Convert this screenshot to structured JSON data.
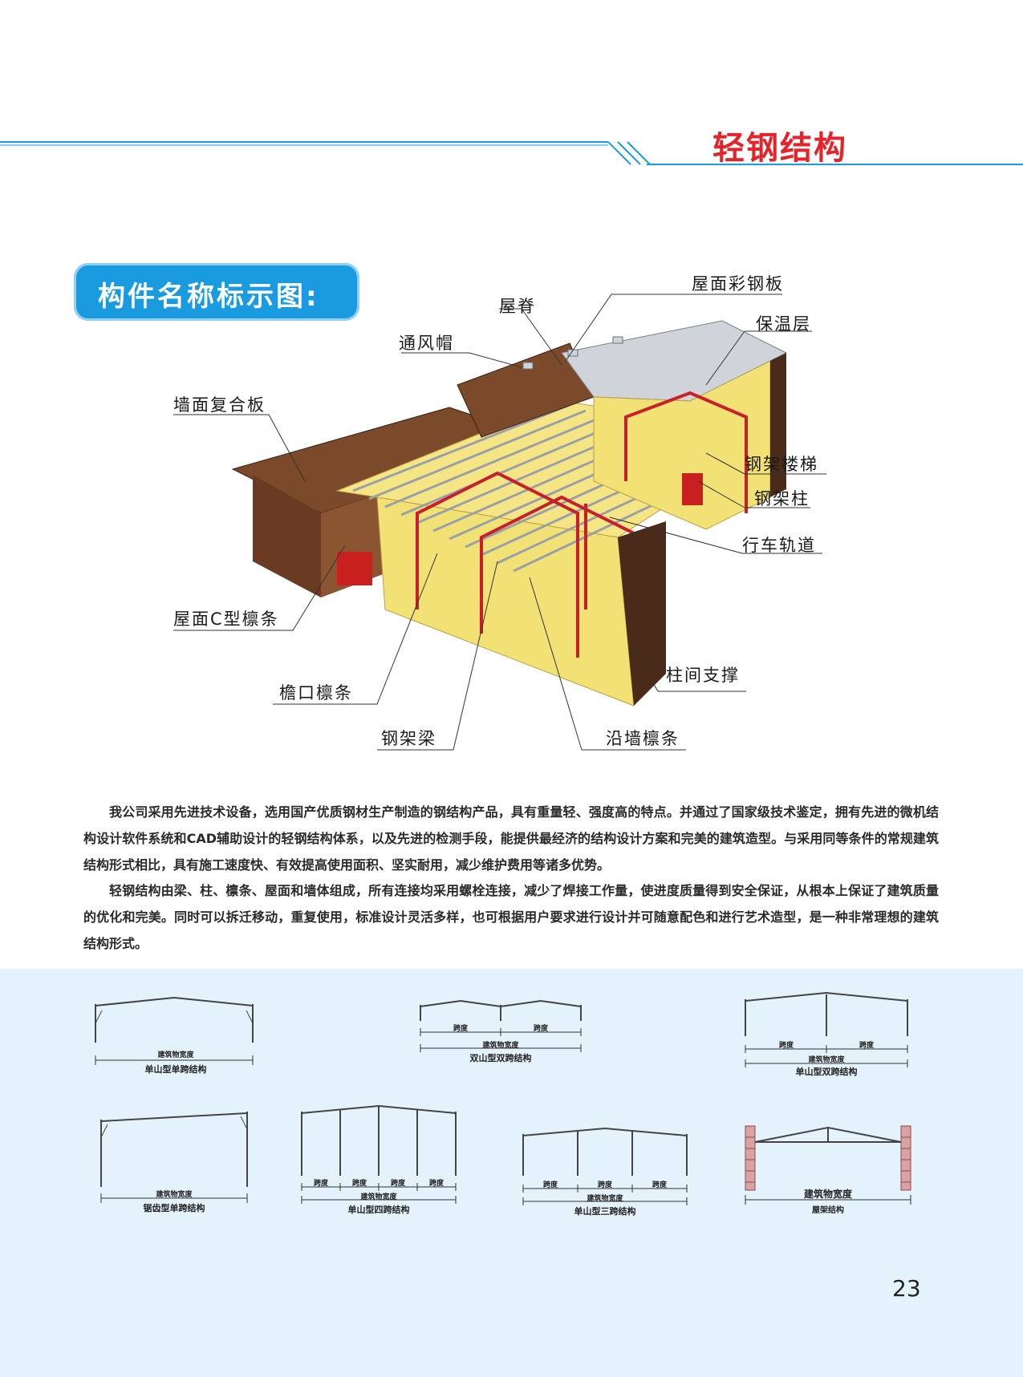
{
  "header": {
    "title": "轻钢结构"
  },
  "section": {
    "banner": "构件名称标示图:"
  },
  "components": {
    "roof_panel": "屋面彩钢板",
    "ridge": "屋脊",
    "insulation": "保温层",
    "ventilator": "通风帽",
    "wall_panel": "墙面复合板",
    "steel_stair": "钢架楼梯",
    "steel_column": "钢架柱",
    "crane_rail": "行车轨道",
    "roof_c_purlin": "屋面C型檩条",
    "column_bracing": "柱间支撑",
    "eave_purlin": "檐口檩条",
    "steel_beam": "钢架梁",
    "wall_purlin": "沿墙檩条"
  },
  "body": {
    "paragraph1": "我公司采用先进技术设备，选用国产优质钢材生产制造的钢结构产品，具有重量轻、强度高的特点。并通过了国家级技术鉴定，拥有先进的微机结构设计软件系统和CAD辅助设计的轻钢结构体系，以及先进的检测手段，能提供最经济的结构设计方案和完美的建筑造型。与采用同等条件的常规建筑结构形式相比，具有施工速度快、有效提高使用面积、坚实耐用，减少维护费用等诸多优势。",
    "paragraph2": "轻钢结构由梁、柱、檩条、屋面和墙体组成，所有连接均采用螺栓连接，减少了焊接工作量，使进度质量得到安全保证，从根本上保证了建筑质量的优化和完美。同时可以拆迁移动，重复使用，标准设计灵活多样，也可根据用户要求进行设计并可随意配色和进行艺术造型，是一种非常理想的建筑结构形式。"
  },
  "frames": [
    {
      "caption": "单山型单跨结构",
      "width_label": "建筑物宽度",
      "spans": []
    },
    {
      "caption": "双山型双跨结构",
      "width_label": "建筑物宽度",
      "spans": [
        "跨度",
        "跨度"
      ]
    },
    {
      "caption": "单山型双跨结构",
      "width_label": "建筑物宽度",
      "spans": [
        "跨度",
        "跨度"
      ]
    },
    {
      "caption": "锯齿型单跨结构",
      "width_label": "建筑物宽度",
      "spans": []
    },
    {
      "caption": "单山型四跨结构",
      "width_label": "建筑物宽度",
      "spans": [
        "跨度",
        "跨度",
        "跨度",
        "跨度"
      ]
    },
    {
      "caption": "单山型三跨结构",
      "width_label": "建筑物宽度",
      "spans": [
        "跨度",
        "跨度",
        "跨度"
      ]
    },
    {
      "caption": "屋架结构",
      "width_label": "建筑物宽度",
      "spans": []
    }
  ],
  "footer": {
    "page_number": "23"
  },
  "colors": {
    "accent_blue": "#1a9be0",
    "title_red": "#e3242b",
    "panel_bg": "#e3f2fb"
  }
}
